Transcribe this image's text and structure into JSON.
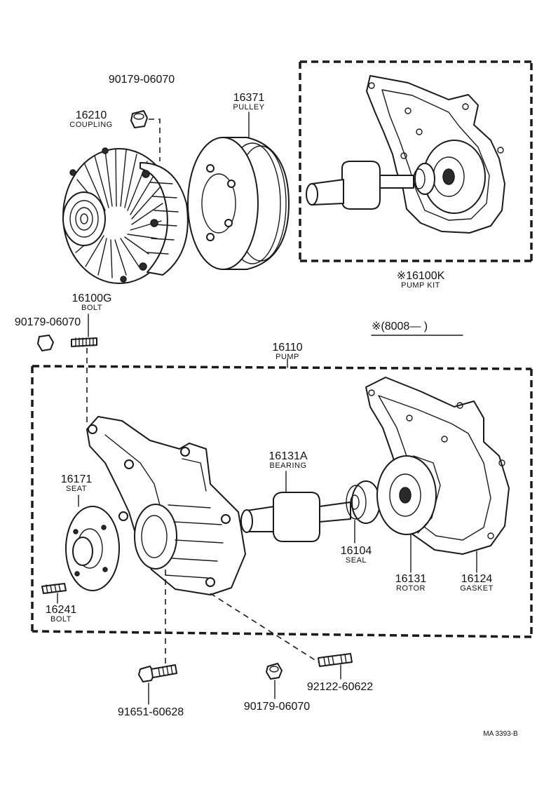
{
  "parts": {
    "coupling": {
      "number": "16210",
      "name": "COUPLING"
    },
    "coupling_nut": {
      "number": "90179-06070"
    },
    "pulley": {
      "number": "16371",
      "name": "PULLEY"
    },
    "pump_kit": {
      "number": "※16100K",
      "name": "PUMP KIT"
    },
    "stud_bolt_top": {
      "number": "16100G",
      "name": "BOLT"
    },
    "nut_left": {
      "number": "90179-06070"
    },
    "pump": {
      "number": "16110",
      "name": "PUMP"
    },
    "bearing": {
      "number": "16131A",
      "name": "BEARING"
    },
    "seat": {
      "number": "16171",
      "name": "SEAT"
    },
    "seal": {
      "number": "16104",
      "name": "SEAL"
    },
    "rotor": {
      "number": "16131",
      "name": "ROTOR"
    },
    "gasket": {
      "number": "16124",
      "name": "GASKET"
    },
    "seat_bolt": {
      "number": "16241",
      "name": "BOLT"
    },
    "bolt_bottom": {
      "number": "91651-60628"
    },
    "nut_bottom": {
      "number": "90179-06070"
    },
    "stud_bottom": {
      "number": "92122-60622"
    }
  },
  "production_note": "※(8008—          )",
  "drawing_code": "MA  3393-B"
}
